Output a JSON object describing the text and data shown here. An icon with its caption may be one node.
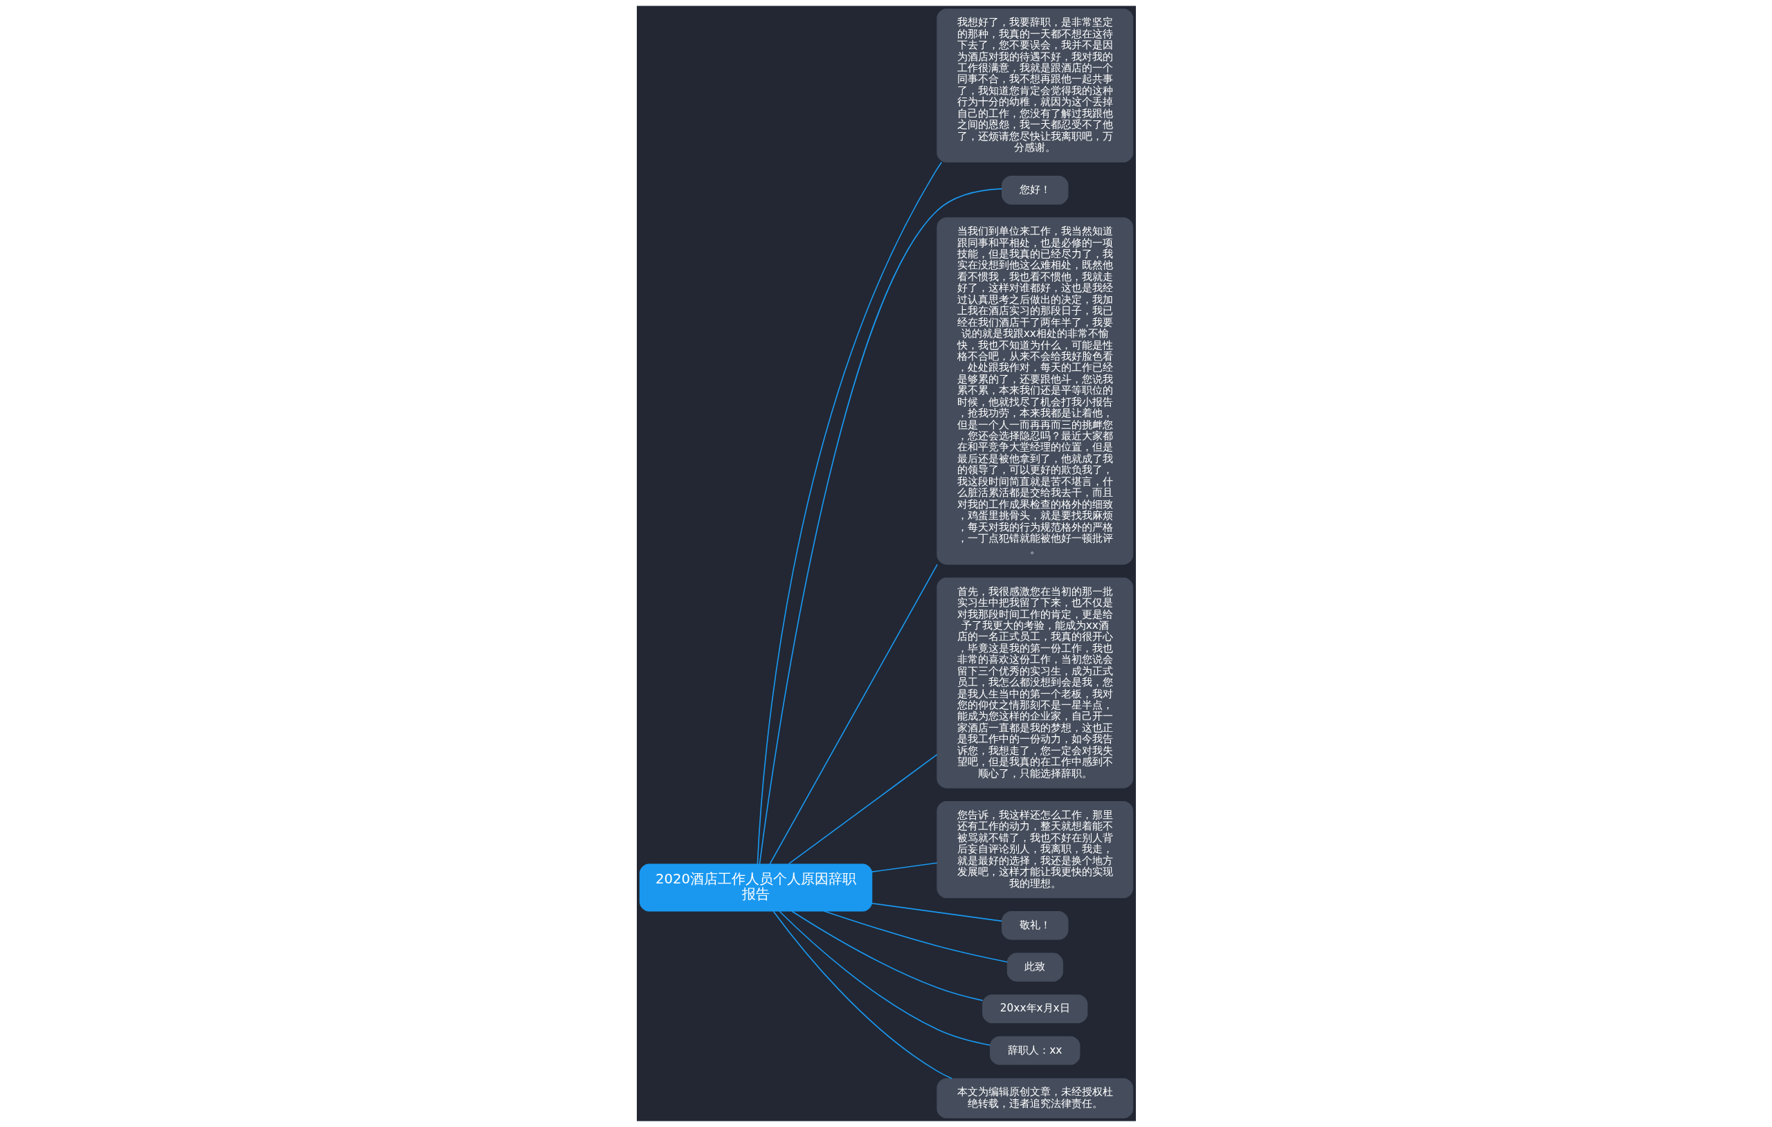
{
  "diagram": {
    "nodes": [
      {
        "text": [
          "2020酒店工作人员个人原因辞职报告"
        ]
      },
      {
        "text": [
          "我想好了，我要辞职，是非常坚定的那种，我真的一天都不想在这待下去了，您不要误会，我并不是因为酒店对我的待遇不好，我对我的工作很满意，我就是跟酒店的一个同事不合，我不想再跟他一起共事了，我知道您肯定会觉得我的这种行为十分的幼稚，就因为这个丢掉自己的工作，您没有了解过我跟他之间的恩怨，我一天都忍受不了他了，还烦请您尽快让我离职吧，万分感谢。"
        ]
      },
      {
        "text": [
          "您好！"
        ]
      },
      {
        "text": [
          "当我们到单位来工作，我当然知道跟同事和平相处，也是必修的一项技能，但是我真的已经尽力了，我实在没想到他这么难相处，既然他看不惯我，我也看不惯他，我就走好了，这样对谁都好，这也是我经过认真思考之后做出的决定，我加上我在酒店实习的那段日子，我已经在我们酒店干了两年半了，我要说的就是我跟xx相处的非常不愉快，我也不知道为什么，可能是性格不合吧，从来不会给我好脸色看，处处跟我作对，每天的工作已经是够累的了，还要跟他斗，您说我累不累，本来我们还是平等职位的时候，他就找尽了机会打我小报告，抢我功劳，本来我都是让着他，但是一个人一而再再而三的挑衅您，您还会选择隐忍吗？最近大家都在和平竞争大堂经理的位置，但是最后还是被他拿到了，他就成了我的领导了，可以更好的欺负我了，我这段时间简直就是苦不堪言，什么脏活累活都是交给我去干，而且对我的工作成果检查的格外的细致，鸡蛋里挑骨头，就是要找我麻烦，每天对我的行为规范格外的严格，一丁点犯错就能被他好一顿批评。"
        ]
      },
      {
        "text": [
          "首先，我很感激您在当初的那一批实习生中把我留了下来，也不仅是对我那段时间工作的肯定，更是给予了我更大的考验，能成为xx酒店的一名正式员工，我真的很开心，毕竟这是我的第一份工作，我也非常的喜欢这份工作，当初您说会留下三个优秀的实习生，成为正式员工，我怎么都没想到会是我，您是我人生当中的第一个老板，我对您的仰仗之情那刻不是一星半点，能成为您这样的企业家，自己开一家酒店一直都是我的梦想，这也正是我工作中的一份动力，如今我告诉您，我想走了，您一定会对我失望吧，但是我真的在工作中感到不顺心了，只能选择辞职。"
        ]
      },
      {
        "text": [
          "您告诉，我这样还怎么工作，那里还有工作的动力，整天就想着能不被骂就不错了，我也不好在别人背后妄自评论别人，我离职，我走，就是最好的选择，我还是换个地方发展吧，这样才能让我更快的实现我的理想。"
        ]
      },
      {
        "text": [
          "敬礼！"
        ]
      },
      {
        "text": [
          "此致"
        ]
      },
      {
        "text": [
          "20xx年x月x日"
        ]
      },
      {
        "text": [
          "辞职人：xx"
        ]
      },
      {
        "text": [
          "本文为编辑原创文章，未经授权杜绝转载，违者追究法律责任。"
        ]
      }
    ],
    "edges": [
      {
        "from": 0,
        "to": 1,
        "arrow": "none"
      },
      {
        "from": 0,
        "to": 2,
        "arrow": "none"
      },
      {
        "from": 0,
        "to": 3,
        "arrow": "none"
      },
      {
        "from": 0,
        "to": 4,
        "arrow": "none"
      },
      {
        "from": 0,
        "to": 5,
        "arrow": "none"
      },
      {
        "from": 0,
        "to": 6,
        "arrow": "none"
      },
      {
        "from": 0,
        "to": 7,
        "arrow": "none"
      },
      {
        "from": 0,
        "to": 8,
        "arrow": "none"
      },
      {
        "from": 0,
        "to": 9,
        "arrow": "none"
      },
      {
        "from": 0,
        "to": 10,
        "arrow": "none"
      }
    ]
  }
}
